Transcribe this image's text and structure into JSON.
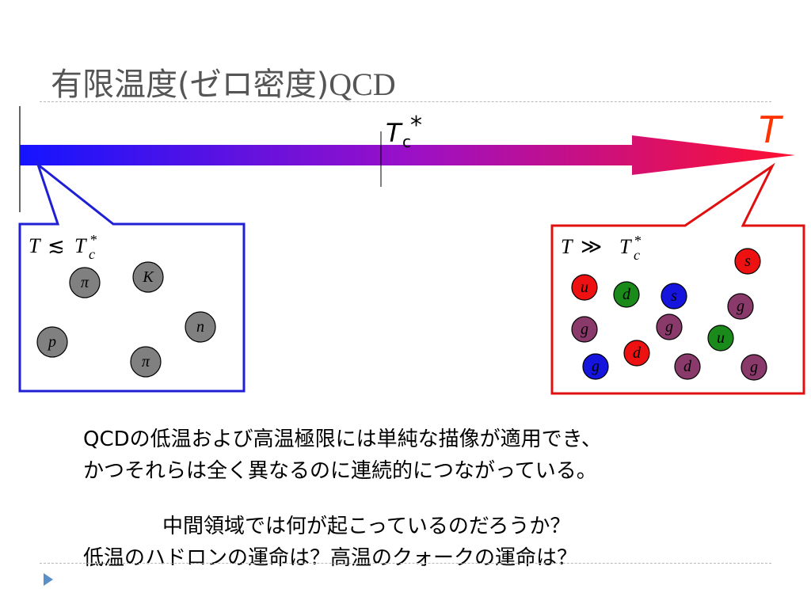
{
  "slide": {
    "title_jp": "有限温度(ゼロ密度)",
    "title_latin": "QCD",
    "axis": {
      "tc_label_T": "T",
      "tc_label_sub": "c",
      "tc_label_star": "*",
      "t_label": "T",
      "t_label_color": "#ff3300"
    },
    "low_temp": {
      "condition_T": "T",
      "condition_sym": "≲",
      "condition_Tc": "T",
      "condition_c": "c",
      "condition_star": "*",
      "border_color": "#1f1fd6",
      "particles": [
        "π",
        "K",
        "n",
        "p",
        "π"
      ],
      "particle_color": "#808080"
    },
    "high_temp": {
      "condition_T": "T",
      "condition_sym": "≫",
      "condition_Tc": "T",
      "condition_c": "c",
      "condition_star": "*",
      "border_color": "#e01010",
      "particles": [
        "s",
        "u",
        "d",
        "s",
        "g",
        "g",
        "g",
        "u",
        "d",
        "g",
        "d",
        "g"
      ],
      "colors": {
        "red": "#ee1111",
        "green": "#1a8a1a",
        "blue": "#1515dd",
        "purple": "#8a3a6a"
      }
    },
    "caption_line1": "QCDの低温および高温極限には単純な描像が適用でき、",
    "caption_line2": "かつそれらは全く異なるのに連続的につながっている。",
    "question_line1": "中間領域では何が起こっているのだろうか？",
    "question_line2": "低温のハドロンの運命は？高温のクォークの運命は？"
  }
}
